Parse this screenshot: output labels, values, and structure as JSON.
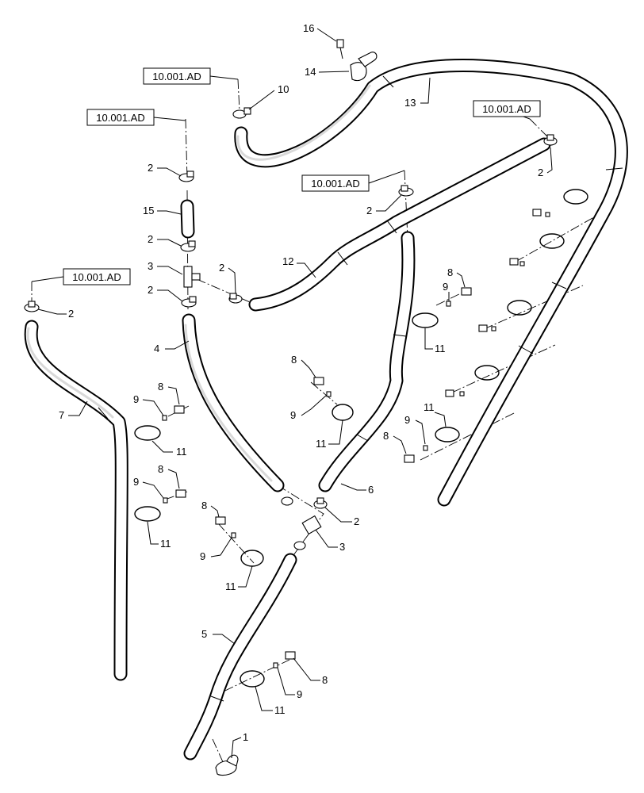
{
  "references": {
    "r1": "10.001.AD",
    "r2": "10.001.AD",
    "r3": "10.001.AD",
    "r4": "10.001.AD",
    "r5": "10.001.AD"
  },
  "callouts": {
    "c1": "1",
    "c2a": "2",
    "c2b": "2",
    "c2c": "2",
    "c2d": "2",
    "c2e": "2",
    "c2f": "2",
    "c2g": "2",
    "c2h": "2",
    "c3a": "3",
    "c3b": "3",
    "c4": "4",
    "c5": "5",
    "c6": "6",
    "c7": "7",
    "c8a": "8",
    "c8b": "8",
    "c8c": "8",
    "c8d": "8",
    "c8e": "8",
    "c8f": "8",
    "c8g": "8",
    "c9a": "9",
    "c9b": "9",
    "c9c": "9",
    "c9d": "9",
    "c9e": "9",
    "c9f": "9",
    "c9g": "9",
    "c10": "10",
    "c11a": "11",
    "c11b": "11",
    "c11c": "11",
    "c11d": "11",
    "c11e": "11",
    "c11f": "11",
    "c11g": "11",
    "c12": "12",
    "c13": "13",
    "c14": "14",
    "c15": "15",
    "c16": "16"
  }
}
